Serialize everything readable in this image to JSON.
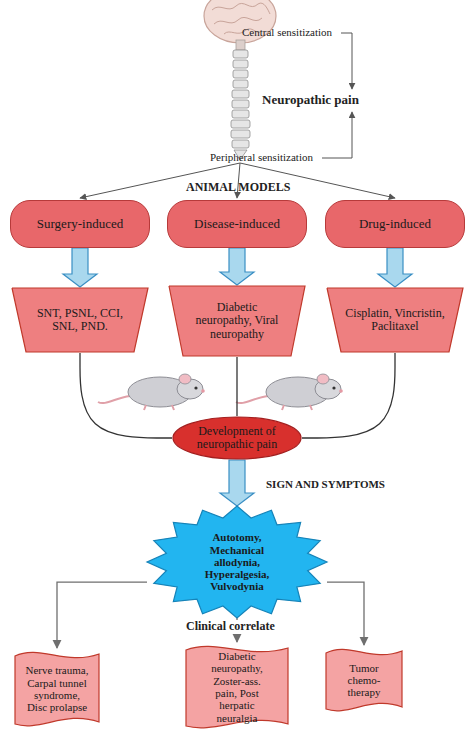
{
  "diagram": {
    "nodes": [
      {
        "text": [
          "Surgery-induced"
        ]
      },
      {
        "text": [
          "Disease-induced"
        ]
      },
      {
        "text": [
          "Drug-induced"
        ]
      },
      {
        "text": [
          "SNT, PSNL, CCI, SNL, PND."
        ]
      },
      {
        "text": [
          "Diabetic neuropathy, Viral neuropathy"
        ]
      },
      {
        "text": [
          "Cisplatin, Vincristin, Paclitaxel"
        ]
      },
      {
        "text": [
          "Development of neuropathic pain"
        ]
      },
      {
        "text": [
          "Autotomy, Mechanical allodynia, Hyperalgesia, Vulvodynia"
        ]
      },
      {
        "text": [
          "Nerve trauma, Carpal tunnel syndrome, Disc prolapse"
        ]
      },
      {
        "text": [
          "Diabetic neuropathy, Zoster-ass. pain, Post herpatic neuralgia"
        ]
      },
      {
        "text": [
          "Tumor chemo-therapy"
        ]
      }
    ],
    "edges": [
      {
        "from": 0,
        "to": 3,
        "arrow": "to"
      },
      {
        "from": 1,
        "to": 4,
        "arrow": "to"
      },
      {
        "from": 2,
        "to": 5,
        "arrow": "to"
      },
      {
        "from": 3,
        "to": 6,
        "arrow": "none"
      },
      {
        "from": 4,
        "to": 6,
        "arrow": "none"
      },
      {
        "from": 5,
        "to": 6,
        "arrow": "none"
      },
      {
        "from": 6,
        "to": 7,
        "arrow": "to"
      },
      {
        "from": 7,
        "to": 8,
        "arrow": "to"
      },
      {
        "from": 7,
        "to": 9,
        "arrow": "to"
      },
      {
        "from": 7,
        "to": 10,
        "arrow": "to"
      }
    ],
    "labels": [
      "Central sensitization",
      "Neuropathic pain",
      "Peripheral sensitization",
      "ANIMAL MODELS",
      "SIGN AND SYMPTOMS",
      "Clinical correlate"
    ]
  }
}
